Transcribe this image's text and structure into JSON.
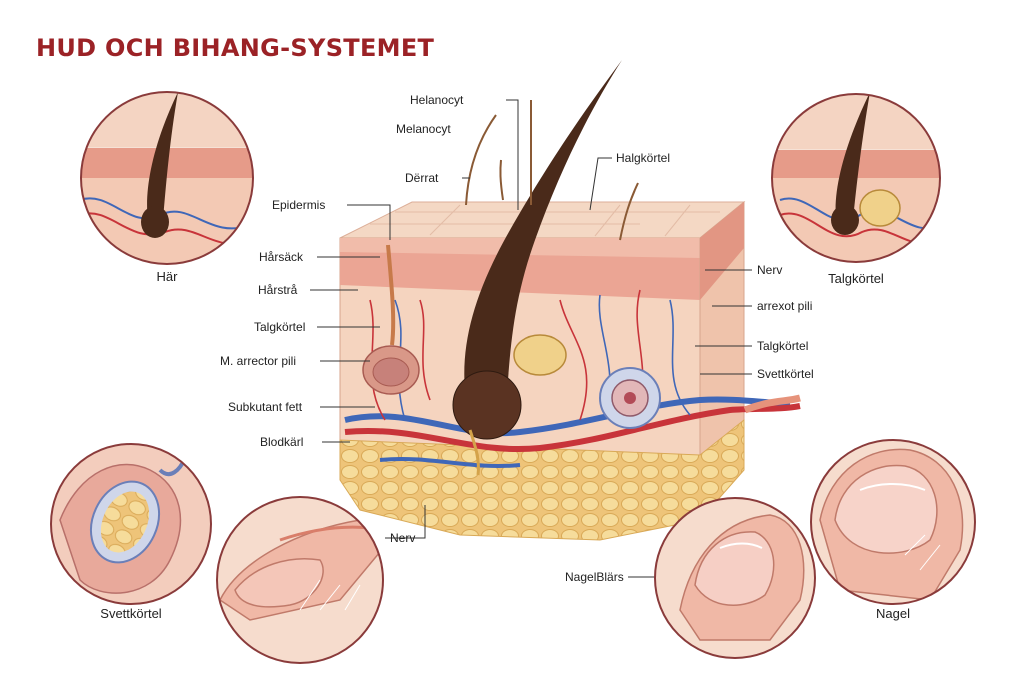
{
  "title": "HUD OCH BIHANG-SYSTEMET",
  "labels": {
    "helanocyt": "Helanocyt",
    "melanocyt": "Melanocyt",
    "derrat": "Dërrat",
    "halgkortel": "Halgkörtel",
    "epidermis": "Epidermis",
    "harsack": "Hårsäck",
    "harstra": "Hårstrå",
    "talgkortel_left": "Talgkörtel",
    "arrector": "M. arrector pili",
    "subkutant": "Subkutant fett",
    "blodkarl": "Blodkärl",
    "nerv_right": "Nerv",
    "arrexot": "arrexot pili",
    "talgkortel_right": "Talgkörtel",
    "svettkortel_right": "Svettkörtel",
    "nerv_bottom": "Nerv",
    "nagelblars": "NagelBlärs"
  },
  "captions": {
    "har": "Här",
    "talgkortel": "Talgkörtel",
    "svettkortel": "Svettkörtel",
    "nagel": "Nagel"
  },
  "colors": {
    "title": "#9b2226",
    "epidermis": "#f2c7b3",
    "dermis": "#f5d0bb",
    "fat": "#f3d58d",
    "hair": "#4a2a1a",
    "artery": "#c8343a",
    "vein": "#3f67b8"
  }
}
